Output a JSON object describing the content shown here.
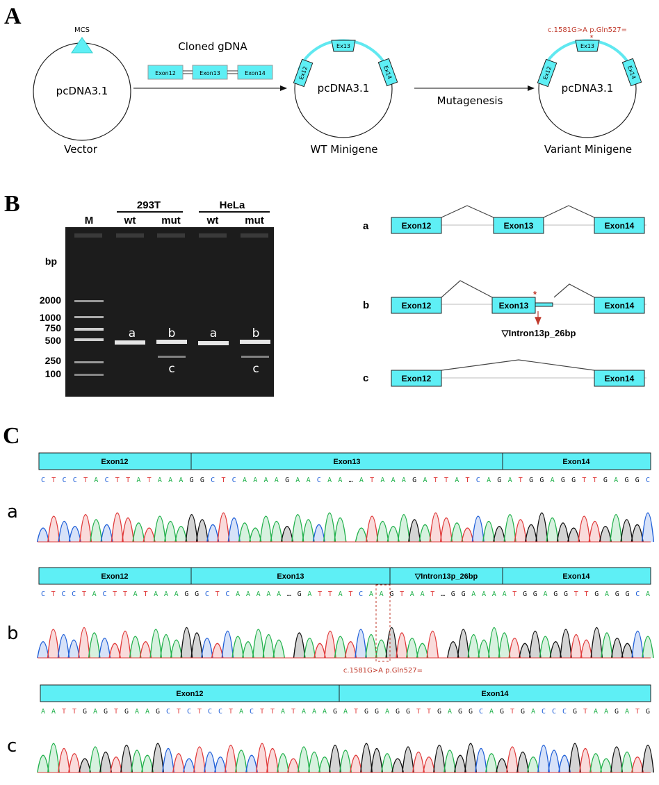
{
  "colors": {
    "exon_fill": "#5EEFF5",
    "exon_stroke": "#1a1a1a",
    "accent_red": "#c0392b",
    "plasmid_arc": "#60e8f0",
    "gel_bg": "#1c1c1c",
    "base_A": "#22b14c",
    "base_C": "#1f5fd8",
    "base_G": "#111111",
    "base_T": "#e03a3a"
  },
  "panel_a": {
    "letter": "A",
    "mcs_label": "MCS",
    "vector_name": "pcDNA3.1",
    "vector_caption": "Vector",
    "cloned_label": "Cloned gDNA",
    "cloned_exons": [
      "Exon12",
      "Exon13",
      "Exon14"
    ],
    "wt_name": "pcDNA3.1",
    "wt_caption": "WT Minigene",
    "mutagenesis_label": "Mutagenesis",
    "variant_name": "pcDNA3.1",
    "variant_caption": "Variant Minigene",
    "variant_annotation": "c.1581G>A  p.Gln527=",
    "plasmid_exons": [
      "Ex12",
      "Ex13",
      "Ex14"
    ],
    "asterisk": "*"
  },
  "panel_b": {
    "letter": "B",
    "gel": {
      "marker_label": "M",
      "cell_lines": [
        "293T",
        "HeLa"
      ],
      "lanes": [
        "wt",
        "mut",
        "wt",
        "mut"
      ],
      "bp_title": "bp",
      "ladder": [
        "2000",
        "1000",
        "750",
        "500",
        "250",
        "100"
      ],
      "band_labels_upper": [
        "a",
        "b",
        "a",
        "b"
      ],
      "band_labels_lower": [
        "c",
        "c"
      ]
    },
    "isoforms": [
      {
        "label": "a",
        "exons": [
          "Exon12",
          "Exon13",
          "Exon14"
        ]
      },
      {
        "label": "b",
        "exons": [
          "Exon12",
          "Exon13",
          "Exon14"
        ],
        "retained": "▽Intron13p_26bp"
      },
      {
        "label": "c",
        "exons": [
          "Exon12",
          "Exon14"
        ]
      }
    ],
    "asterisk": "*"
  },
  "panel_c": {
    "letter": "C",
    "tracks": [
      {
        "label": "a",
        "segments": [
          "Exon12",
          "Exon13",
          "Exon14"
        ],
        "sequence": "CTCCTACTTATAAAGGCTCAAAAGAACAA…ATAAAGATTATCAGATGGAGGTTGAGGC"
      },
      {
        "label": "b",
        "segments": [
          "Exon12",
          "Exon13",
          "▽Intron13p_26bp",
          "Exon14"
        ],
        "sequence": "CTCCTACTTATAAAGGCTCAAAAA…GATTATCAAGTAAT…GGAAAATGGAGGTTGAGGCA",
        "variant_note": "c.1581G>A  p.Gln527="
      },
      {
        "label": "c",
        "segments": [
          "Exon12",
          "Exon14"
        ],
        "sequence": "AATTGAGTGAAGCTCTCCTACTTATAAAGATGGAGGTTGAGGCAGTGACCCGTAAGATG"
      }
    ]
  }
}
